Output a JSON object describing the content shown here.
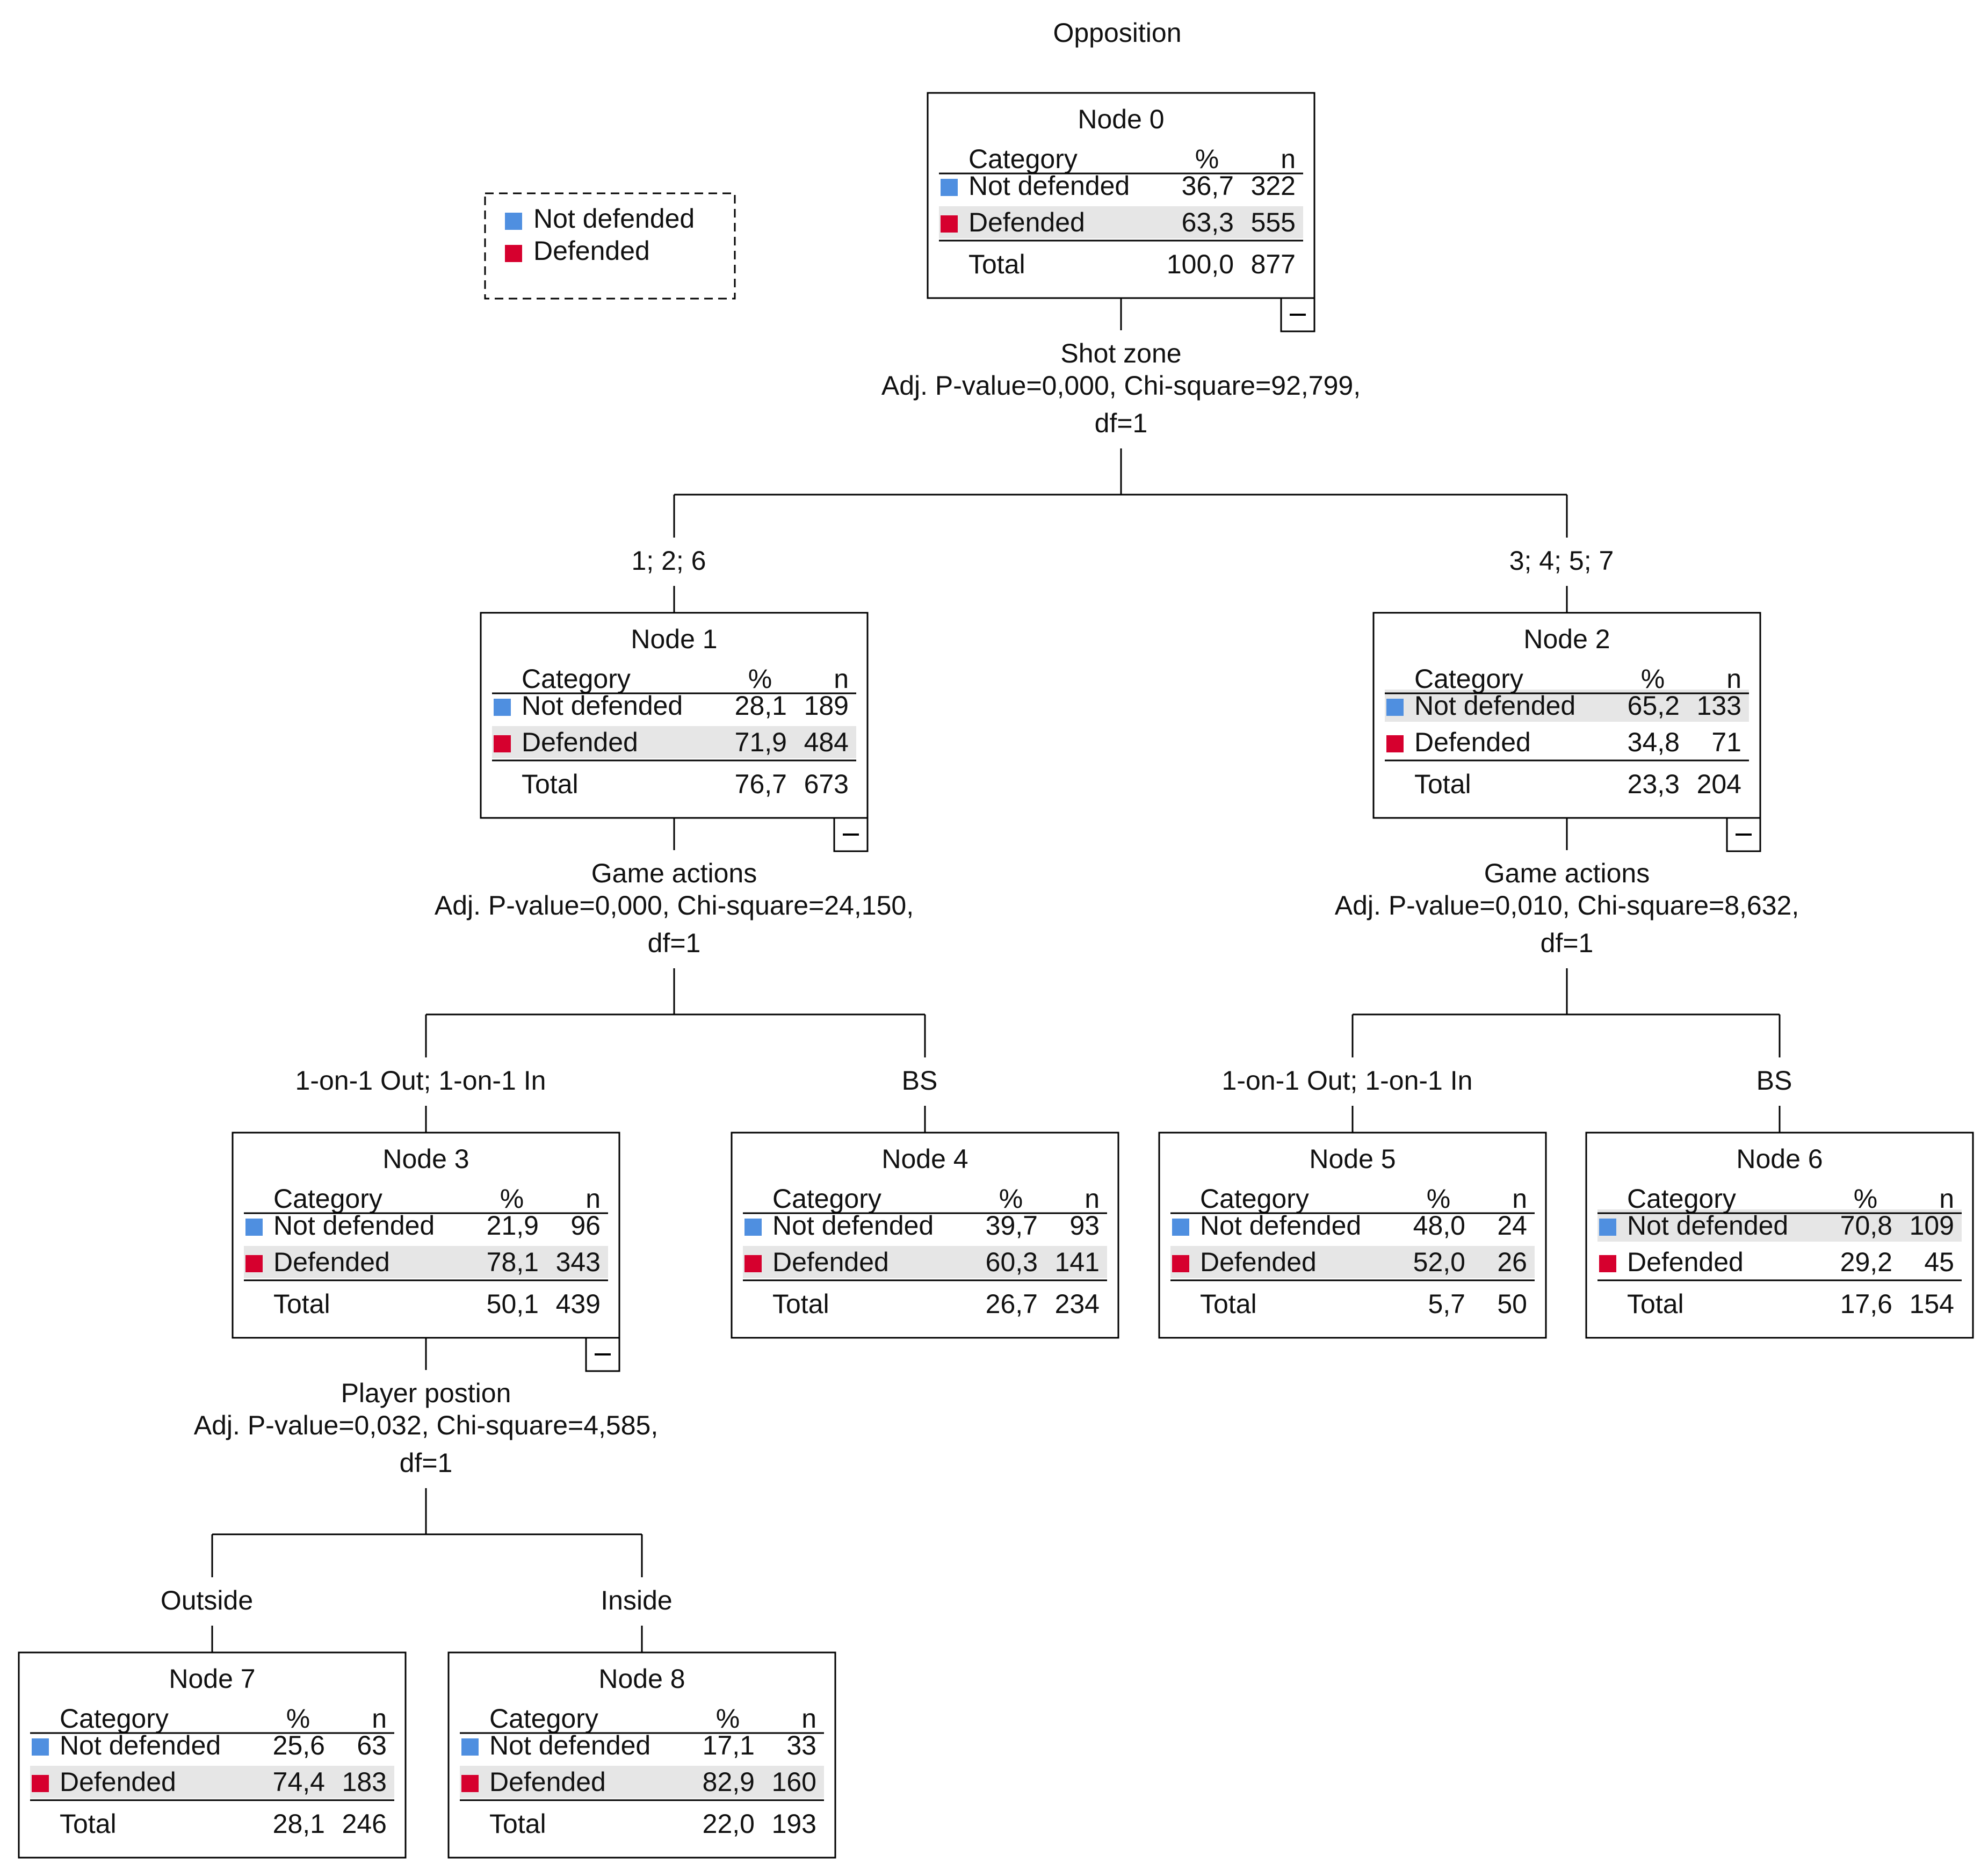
{
  "title": "Opposition",
  "colors": {
    "not_defended": "#4f8fe0",
    "defended": "#d6002e",
    "highlight_row": "#e6e6e6",
    "line": "#000000"
  },
  "legend": {
    "items": [
      {
        "label": "Not defended",
        "color": "#4f8fe0"
      },
      {
        "label": "Defended",
        "color": "#d6002e"
      }
    ]
  },
  "table_header": {
    "category": "Category",
    "percent": "%",
    "n": "n"
  },
  "row_labels": {
    "not_defended": "Not defended",
    "defended": "Defended",
    "total": "Total"
  },
  "collapse_glyph": "−",
  "nodes": [
    {
      "id": 0,
      "title": "Node 0",
      "not_defended": {
        "pct": "36,7",
        "n": "322"
      },
      "defended": {
        "pct": "63,3",
        "n": "555"
      },
      "total": {
        "pct": "100,0",
        "n": "877"
      },
      "highlight": "defended",
      "collapsible": true
    },
    {
      "id": 1,
      "title": "Node 1",
      "not_defended": {
        "pct": "28,1",
        "n": "189"
      },
      "defended": {
        "pct": "71,9",
        "n": "484"
      },
      "total": {
        "pct": "76,7",
        "n": "673"
      },
      "highlight": "defended",
      "collapsible": true
    },
    {
      "id": 2,
      "title": "Node 2",
      "not_defended": {
        "pct": "65,2",
        "n": "133"
      },
      "defended": {
        "pct": "34,8",
        "n": "71"
      },
      "total": {
        "pct": "23,3",
        "n": "204"
      },
      "highlight": "not_defended",
      "collapsible": true
    },
    {
      "id": 3,
      "title": "Node 3",
      "not_defended": {
        "pct": "21,9",
        "n": "96"
      },
      "defended": {
        "pct": "78,1",
        "n": "343"
      },
      "total": {
        "pct": "50,1",
        "n": "439"
      },
      "highlight": "defended",
      "collapsible": true
    },
    {
      "id": 4,
      "title": "Node 4",
      "not_defended": {
        "pct": "39,7",
        "n": "93"
      },
      "defended": {
        "pct": "60,3",
        "n": "141"
      },
      "total": {
        "pct": "26,7",
        "n": "234"
      },
      "highlight": "defended",
      "collapsible": false
    },
    {
      "id": 5,
      "title": "Node 5",
      "not_defended": {
        "pct": "48,0",
        "n": "24"
      },
      "defended": {
        "pct": "52,0",
        "n": "26"
      },
      "total": {
        "pct": "5,7",
        "n": "50"
      },
      "highlight": "defended",
      "collapsible": false
    },
    {
      "id": 6,
      "title": "Node 6",
      "not_defended": {
        "pct": "70,8",
        "n": "109"
      },
      "defended": {
        "pct": "29,2",
        "n": "45"
      },
      "total": {
        "pct": "17,6",
        "n": "154"
      },
      "highlight": "not_defended",
      "collapsible": false
    },
    {
      "id": 7,
      "title": "Node 7",
      "not_defended": {
        "pct": "25,6",
        "n": "63"
      },
      "defended": {
        "pct": "74,4",
        "n": "183"
      },
      "total": {
        "pct": "28,1",
        "n": "246"
      },
      "highlight": "defended",
      "collapsible": false
    },
    {
      "id": 8,
      "title": "Node 8",
      "not_defended": {
        "pct": "17,1",
        "n": "33"
      },
      "defended": {
        "pct": "82,9",
        "n": "160"
      },
      "total": {
        "pct": "22,0",
        "n": "193"
      },
      "highlight": "defended",
      "collapsible": false
    }
  ],
  "splits": [
    {
      "parent": 0,
      "variable": "Shot zone",
      "stats": "Adj. P-value=0,000, Chi-square=92,799,",
      "df": "df=1",
      "branches": [
        {
          "child": 1,
          "label": "1; 2; 6"
        },
        {
          "child": 2,
          "label": "3; 4; 5; 7"
        }
      ]
    },
    {
      "parent": 1,
      "variable": "Game actions",
      "stats": "Adj. P-value=0,000, Chi-square=24,150,",
      "df": "df=1",
      "branches": [
        {
          "child": 3,
          "label": "1-on-1 Out; 1-on-1 In"
        },
        {
          "child": 4,
          "label": "BS"
        }
      ]
    },
    {
      "parent": 2,
      "variable": "Game actions",
      "stats": "Adj. P-value=0,010, Chi-square=8,632,",
      "df": "df=1",
      "branches": [
        {
          "child": 5,
          "label": "1-on-1 Out; 1-on-1 In"
        },
        {
          "child": 6,
          "label": "BS"
        }
      ]
    },
    {
      "parent": 3,
      "variable": "Player postion",
      "stats": "Adj. P-value=0,032, Chi-square=4,585,",
      "df": "df=1",
      "branches": [
        {
          "child": 7,
          "label": "Outside"
        },
        {
          "child": 8,
          "label": "Inside"
        }
      ]
    }
  ]
}
